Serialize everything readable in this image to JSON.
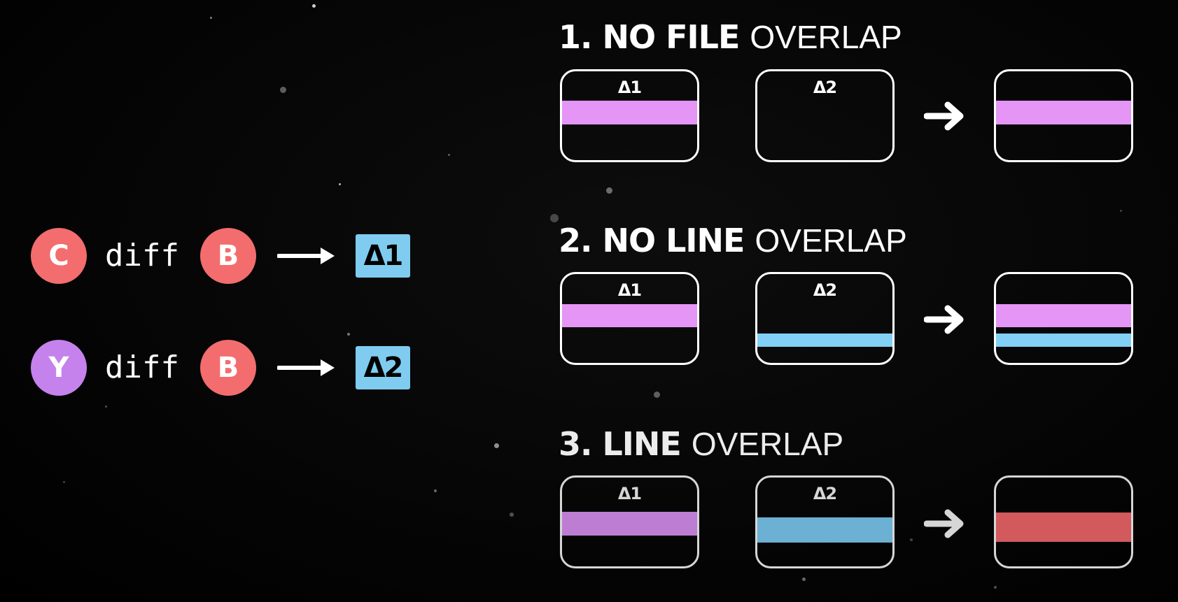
{
  "colors": {
    "commit_c": "#f36d6e",
    "commit_b": "#f36d6e",
    "commit_y": "#c582ec",
    "delta_badge": "#7fccf0",
    "delta1_band": "#e495f5",
    "delta2_band": "#82d0f5",
    "delta1_band_dim": "#bd7dd3",
    "delta2_band_dim": "#6cb0d4",
    "conflict_band": "#d25a5d"
  },
  "diff_rows": [
    {
      "left_commit": "C",
      "word": "diff",
      "right_commit": "B",
      "result": "Δ1"
    },
    {
      "left_commit": "Y",
      "word": "diff",
      "right_commit": "B",
      "result": "Δ2"
    }
  ],
  "scenarios": [
    {
      "number": "1.",
      "title_bold": "NO FILE",
      "title_light": "OVERLAP",
      "box1_label": "Δ1",
      "box2_label": "Δ2",
      "arrow_icon": "arrow-right-icon"
    },
    {
      "number": "2.",
      "title_bold": "NO LINE",
      "title_light": "OVERLAP",
      "box1_label": "Δ1",
      "box2_label": "Δ2",
      "arrow_icon": "arrow-right-icon"
    },
    {
      "number": "3.",
      "title_bold": "LINE",
      "title_light": "OVERLAP",
      "box1_label": "Δ1",
      "box2_label": "Δ2",
      "arrow_icon": "arrow-right-icon"
    }
  ]
}
